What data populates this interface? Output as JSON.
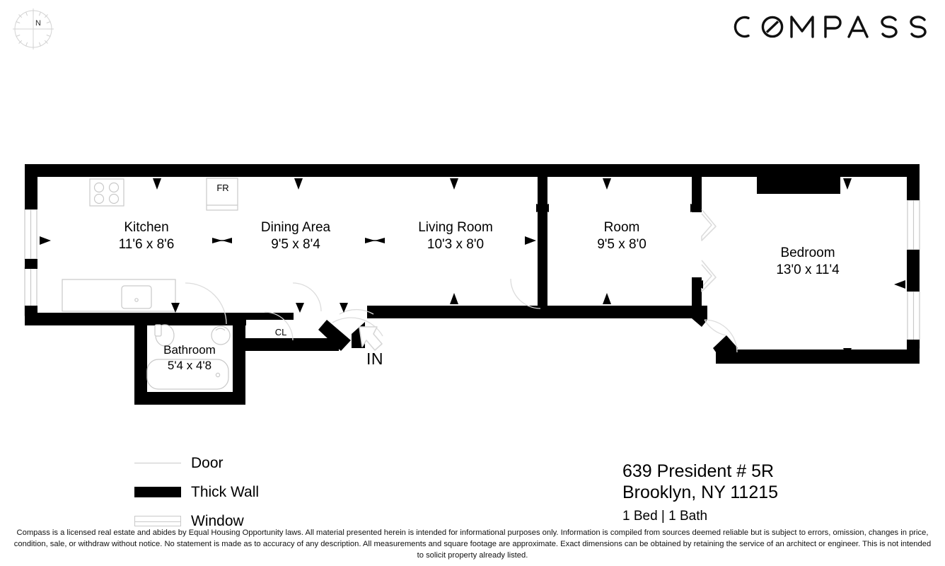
{
  "brand": {
    "name": "COMPASS",
    "logo_icon": "compass-wordmark-icon"
  },
  "compass_rose": {
    "north_label": "N",
    "icon": "compass-rose-icon"
  },
  "floorplan": {
    "rooms": [
      {
        "name": "Kitchen",
        "dimensions": "11'6 x 8'6"
      },
      {
        "name": "Dining Area",
        "dimensions": "9'5 x 8'4"
      },
      {
        "name": "Living Room",
        "dimensions": "10'3 x 8'0"
      },
      {
        "name": "Room",
        "dimensions": "9'5 x 8'0"
      },
      {
        "name": "Bedroom",
        "dimensions": "13'0 x 11'4"
      },
      {
        "name": "Bathroom",
        "dimensions": "5'4 x 4'8"
      }
    ],
    "tags": {
      "refrigerator": "FR",
      "closet": "CL",
      "entrance": "IN"
    }
  },
  "legend": {
    "items": [
      {
        "label": "Door",
        "swatch": "door-line-swatch"
      },
      {
        "label": "Thick Wall",
        "swatch": "thick-wall-swatch"
      },
      {
        "label": "Window",
        "swatch": "window-swatch"
      }
    ]
  },
  "address": {
    "line1": "639 President # 5R",
    "line2": "Brooklyn, NY 11215",
    "beds_baths": "1 Bed | 1 Bath"
  },
  "disclaimer": {
    "text": "Compass is a licensed real estate and abides by Equal Housing Opportunity laws. All material presented herein is intended for informational purposes only. Information is compiled from sources deemed reliable but is subject to errors, omission, changes in price, condition, sale, or withdraw without notice. No statement is made as to accuracy of any description. All measurements and square footage are approximate. Exact dimensions can be obtained by retaining the service of an architect or engineer. This is not intended to solicit property already listed."
  },
  "colors": {
    "wall": "#000000",
    "fixture_line": "#c9c9c9",
    "text": "#000000",
    "background": "#ffffff"
  }
}
